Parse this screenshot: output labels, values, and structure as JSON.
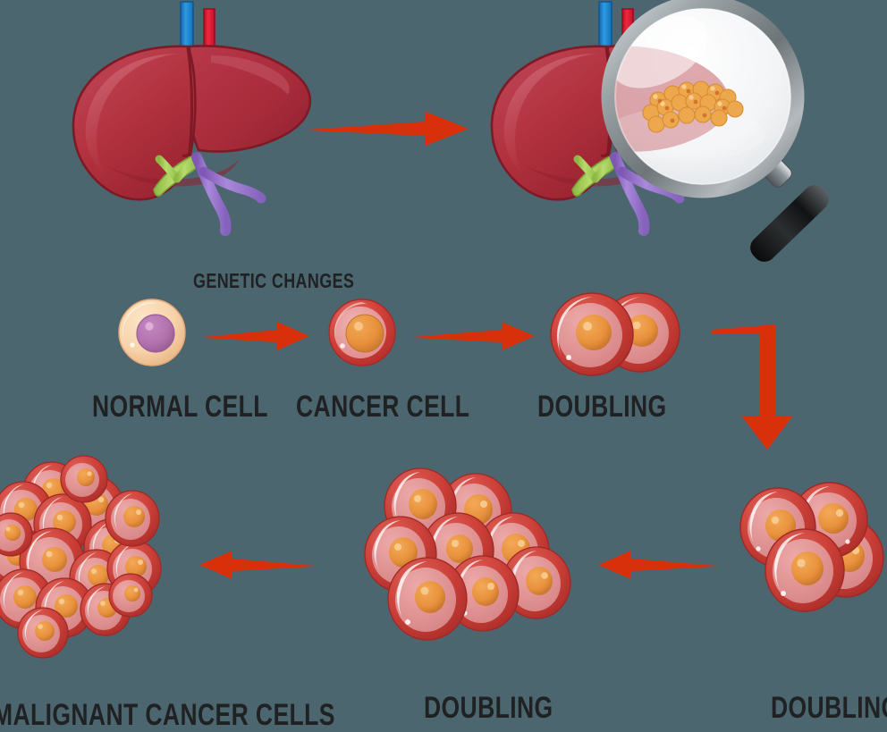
{
  "diagram": {
    "title_visible": false,
    "background_color": "#4c6670",
    "arrow_color": "#d9300c",
    "text_color": "#1f2122"
  },
  "labels": {
    "genetic_changes": "GENETIC CHANGES",
    "normal_cell": "NORMAL CELL",
    "cancer_cell": "CANCER CELL",
    "doubling_1": "DOUBLING",
    "doubling_2": "DOUBLING",
    "doubling_3": "DOUBLING",
    "malignant": "MALIGNANT CANCER CELLS"
  },
  "organs": {
    "liver_healthy": {
      "name": "healthy-liver",
      "body_color": "#b2313f",
      "body_light": "#c04a56",
      "highlight": "#cc6570",
      "outline": "#7e1a26",
      "vessels": {
        "bile_duct": "#a8d05a",
        "vena_cava": "#1b86d0",
        "hepatic_artery": "#e0142c",
        "portal_vein": "#9b72cc"
      }
    },
    "liver_tumor": {
      "name": "liver-with-tumor",
      "magnifier_rim": "#8e9598",
      "magnifier_lens": "#f4f5f6",
      "handle_color": "#1a1a1a",
      "tumor_cell_color": "#e8a246",
      "tumor_cell_count": 18
    }
  },
  "cells": {
    "normal": {
      "body": "#f7d3ab",
      "body_shade": "#eab98c",
      "nucleus": "#b272ae",
      "nucleus_shade": "#9a5e98",
      "radius": 38
    },
    "cancer": {
      "body": "#d24139",
      "body_inner": "#e79a9c",
      "nucleus": "#e8913c",
      "nucleus_shade": "#c4742c",
      "radius": 38
    },
    "counts": {
      "doubling_stage_1": 2,
      "doubling_stage_2": 4,
      "doubling_stage_3": 8,
      "malignant_cluster": 17
    }
  },
  "arrows": [
    {
      "name": "liver-to-tumor-liver",
      "direction": "right"
    },
    {
      "name": "normal-to-cancer",
      "direction": "right"
    },
    {
      "name": "cancer-to-doubling",
      "direction": "right"
    },
    {
      "name": "doubling-to-doubling-elbow",
      "direction": "down"
    },
    {
      "name": "doubling4-to-doubling8",
      "direction": "left"
    },
    {
      "name": "doubling8-to-malignant",
      "direction": "left"
    }
  ]
}
